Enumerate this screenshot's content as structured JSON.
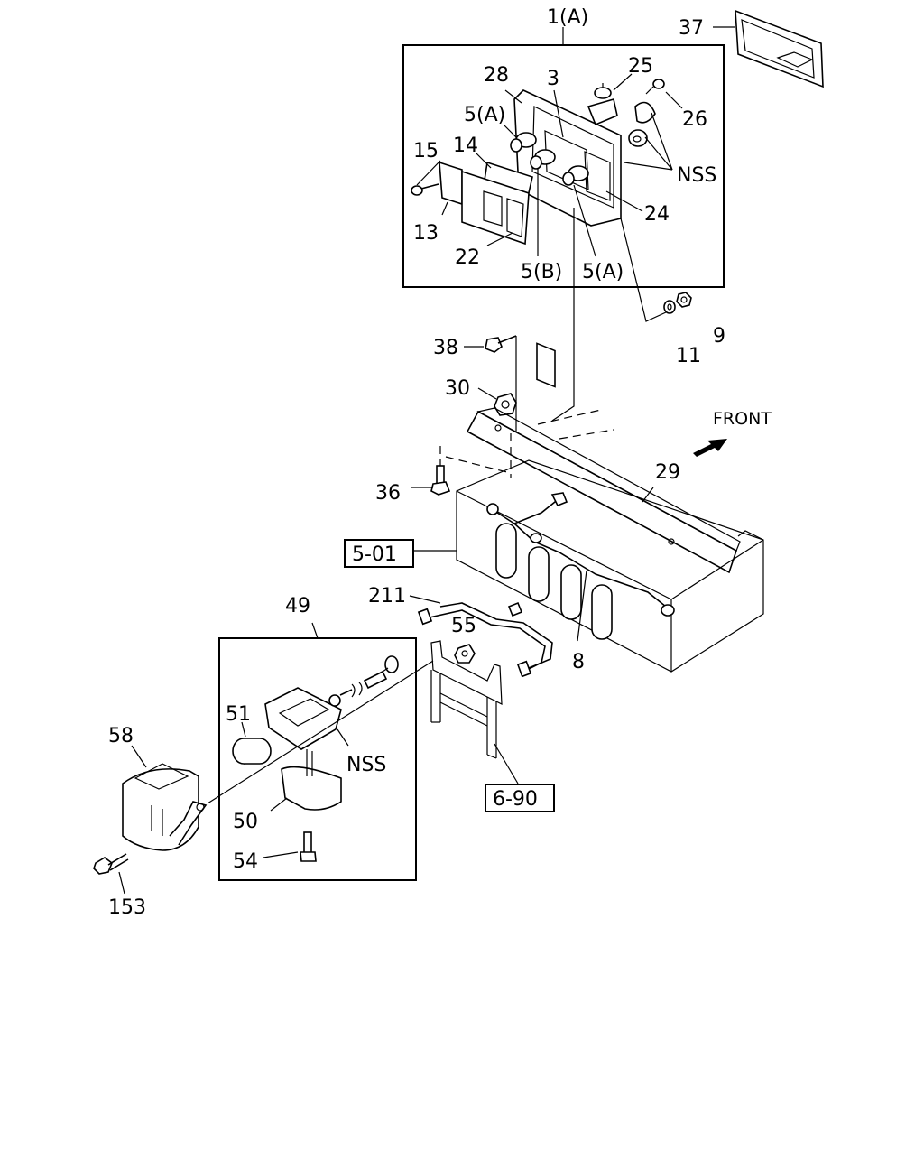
{
  "callouts": {
    "c1A": "1(A)",
    "c37": "37",
    "c28": "28",
    "c3": "3",
    "c25": "25",
    "c5A_top": "5(A)",
    "c26": "26",
    "c15": "15",
    "c14": "14",
    "c_nss_top": "NSS",
    "c13": "13",
    "c24": "24",
    "c22": "22",
    "c5B": "5(B)",
    "c5A_bot": "5(A)",
    "c9": "9",
    "c11": "11",
    "c38": "38",
    "c30": "30",
    "c_front": "FRONT",
    "c29": "29",
    "c36": "36",
    "c211": "211",
    "c55": "55",
    "c8": "8",
    "c49": "49",
    "c51": "51",
    "c58": "58",
    "c_nss_bot": "NSS",
    "c50": "50",
    "c54": "54",
    "c153": "153"
  },
  "references": {
    "ref_501": "5-01",
    "ref_690": "6-90"
  },
  "icons": {
    "front_arrow": "front-arrow-icon"
  }
}
